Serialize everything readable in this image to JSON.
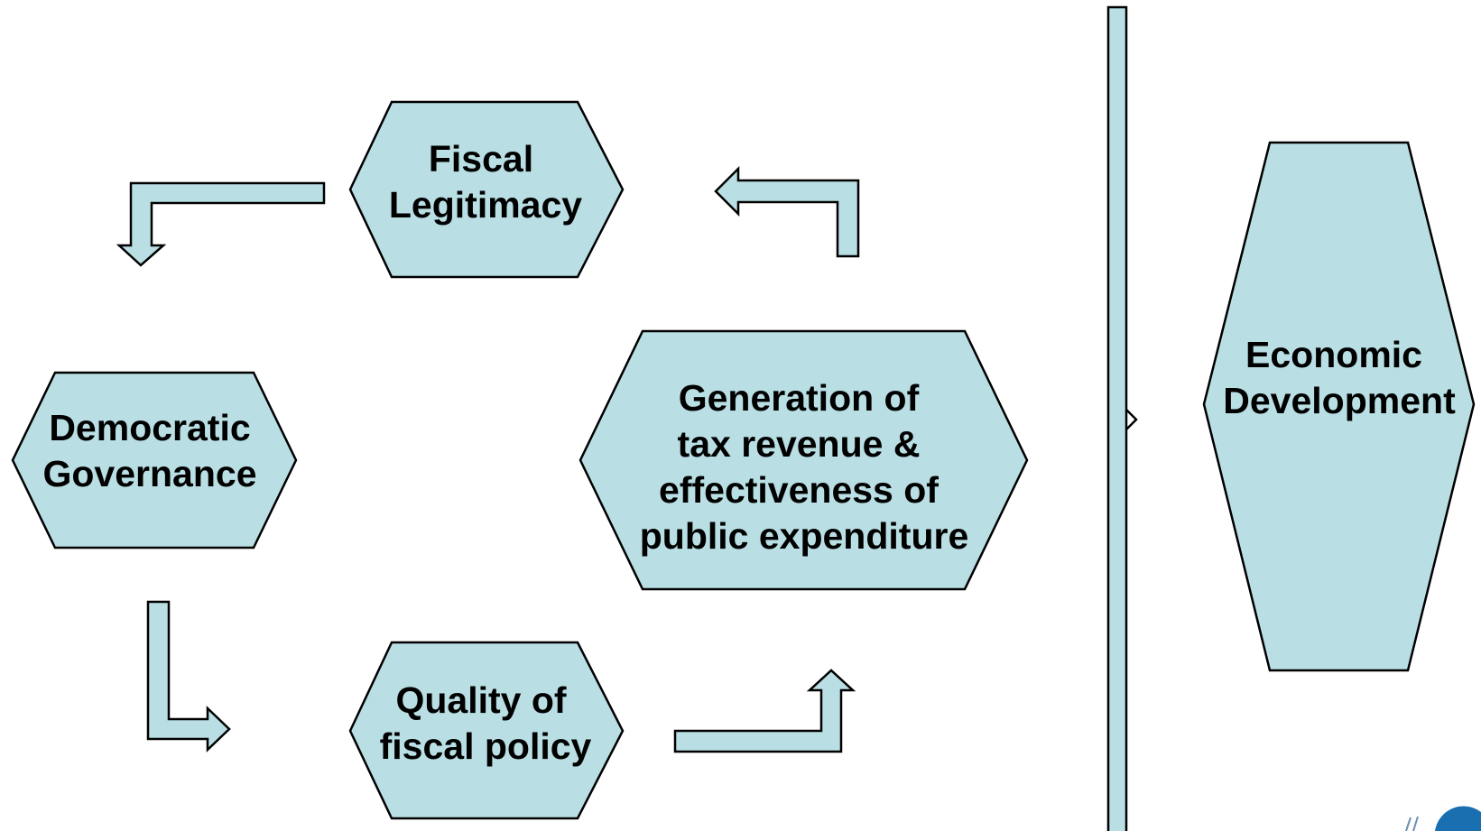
{
  "colors": {
    "shape_fill": "#b9dfe4",
    "outline": "#000000",
    "logo": "#1a6fb0"
  },
  "nodes": {
    "fiscal_legitimacy": {
      "line1": "Fiscal",
      "line2": "Legitimacy"
    },
    "democratic_governance": {
      "line1": "Democratic",
      "line2": "Governance"
    },
    "quality_fiscal_policy": {
      "line1": "Quality of",
      "line2": "fiscal policy"
    },
    "generation_tax_revenue": {
      "line1": "Generation of",
      "line2": "tax revenue &",
      "line3": "effectiveness of",
      "line4": "public expenditure"
    },
    "economic_development": {
      "line1": "Economic",
      "line2": "Development"
    }
  },
  "edges": [
    {
      "from": "fiscal_legitimacy",
      "to": "democratic_governance",
      "icon": "elbow-arrow-down"
    },
    {
      "from": "democratic_governance",
      "to": "quality_fiscal_policy",
      "icon": "elbow-arrow-right"
    },
    {
      "from": "quality_fiscal_policy",
      "to": "generation_tax_revenue",
      "icon": "elbow-arrow-up"
    },
    {
      "from": "generation_tax_revenue",
      "to": "fiscal_legitimacy",
      "icon": "elbow-arrow-left"
    },
    {
      "from": "cycle",
      "to": "economic_development",
      "icon": "vertical-bar-arrow"
    }
  ]
}
